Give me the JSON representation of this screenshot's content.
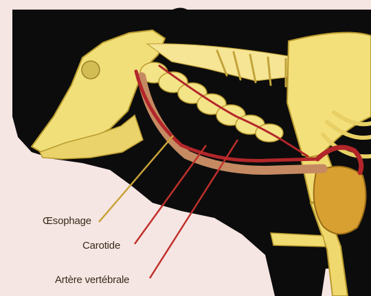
{
  "labels": {
    "esophagus": "Œsophage",
    "carotid": "Carotide",
    "vertebral_artery": "Artère vertébrale"
  },
  "colors": {
    "background": "#f6e6e3",
    "silhouette": "#0c0c0c",
    "bone": "#f1e07a",
    "bone_outline": "#b99a2e",
    "esophagus": "#c58a62",
    "artery": "#b2262a",
    "leader_esophagus": "#c9a33a",
    "leader_artery": "#c0302c",
    "heart": "#d8a030"
  }
}
